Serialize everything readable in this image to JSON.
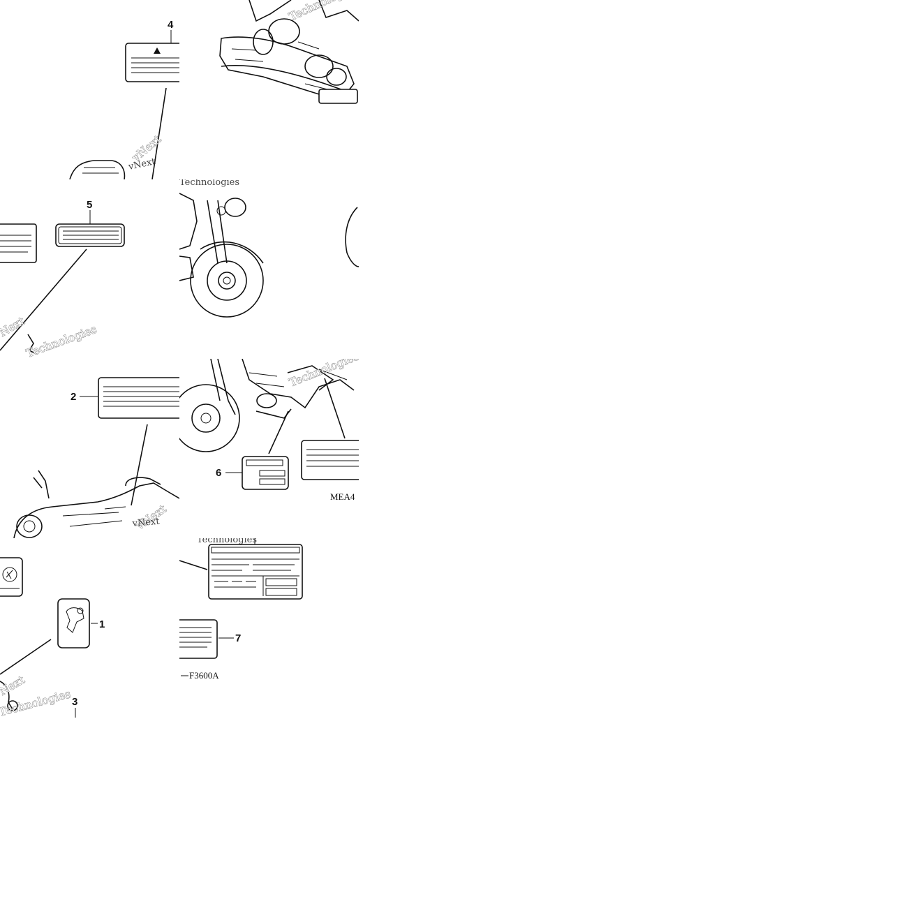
{
  "diagram": {
    "callouts": {
      "c1": "1",
      "c2": "2",
      "c3": "3",
      "c4": "4",
      "c5": "5",
      "c6": "6",
      "c7": "7"
    },
    "codes": {
      "code_left": "MEA4",
      "code_right": "F3600A"
    },
    "watermark": {
      "line1": "vNext",
      "line2": "Technologies"
    }
  }
}
